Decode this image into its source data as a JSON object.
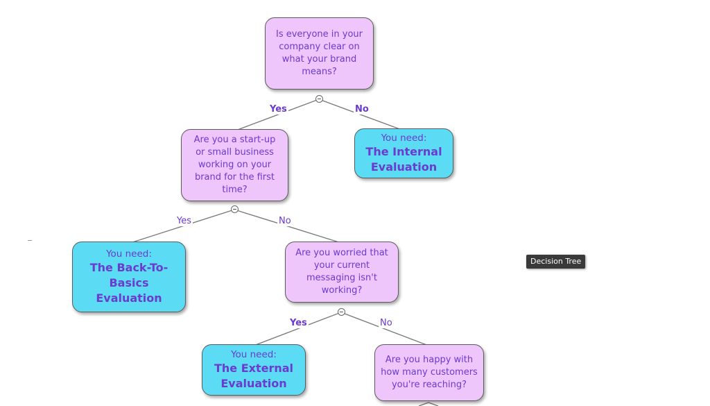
{
  "nodes": {
    "q1": "Is everyone in your company clear on what your brand means?",
    "q2": "Are you a start-up or small business working on your brand for the first time?",
    "q3": "Are you worried that your current messaging isn't working?",
    "q4": "Are you happy with how many customers you're reaching?",
    "internal": {
      "pre": "You need:",
      "big": "The Internal Evaluation"
    },
    "basics": {
      "pre": "You need:",
      "big": "The Back-To-Basics Evaluation"
    },
    "external": {
      "pre": "You need:",
      "big": "The External Evaluation"
    }
  },
  "edges": {
    "q1_yes": "Yes",
    "q1_no": "No",
    "q2_yes": "Yes",
    "q2_no": "No",
    "q3_yes": "Yes",
    "q3_no": "No"
  },
  "tooltip": "Decision Tree"
}
